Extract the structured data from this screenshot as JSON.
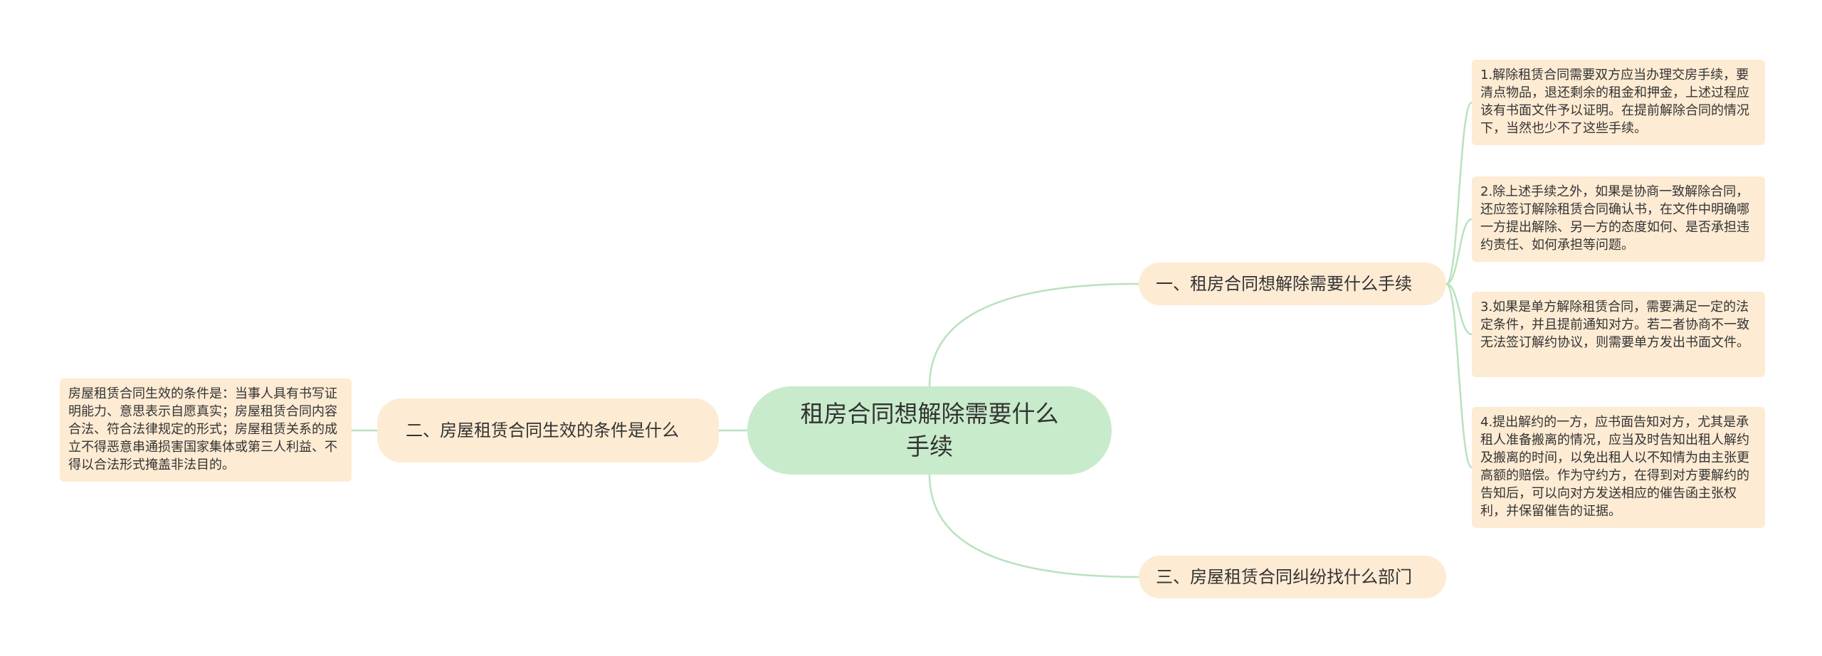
{
  "root": {
    "label": "租房合同想解除需要什么手续"
  },
  "branches": [
    {
      "label": "一、租房合同想解除需要什么手续",
      "details": [
        "1.解除租赁合同需要双方应当办理交房手续，要清点物品，退还剩余的租金和押金，上述过程应该有书面文件予以证明。在提前解除合同的情况下，当然也少不了这些手续。",
        "2.除上述手续之外，如果是协商一致解除合同，还应签订解除租赁合同确认书，在文件中明确哪一方提出解除、另一方的态度如何、是否承担违约责任、如何承担等问题。",
        "3.如果是单方解除租赁合同，需要满足一定的法定条件，并且提前通知对方。若二者协商不一致无法签订解约协议，则需要单方发出书面文件。",
        "4.提出解约的一方，应书面告知对方，尤其是承租人准备搬离的情况，应当及时告知出租人解约及搬离的时间，以免出租人以不知情为由主张更高额的赔偿。作为守约方，在得到对方要解约的告知后，可以向对方发送相应的催告函主张权利，并保留催告的证据。"
      ]
    },
    {
      "label": "二、房屋租赁合同生效的条件是什么",
      "details": [
        "房屋租赁合同生效的条件是：当事人具有书写证明能力、意思表示自愿真实；房屋租赁合同内容合法、符合法律规定的形式；房屋租赁关系的成立不得恶意串通损害国家集体或第三人利益、不得以合法形式掩盖非法目的。"
      ]
    },
    {
      "label": "三、房屋租赁合同纠纷找什么部门",
      "details": []
    }
  ],
  "colors": {
    "root_fill": "#c8ebcb",
    "node_fill": "#fdebd3",
    "connector": "#b9e2bd",
    "text": "#333333"
  }
}
